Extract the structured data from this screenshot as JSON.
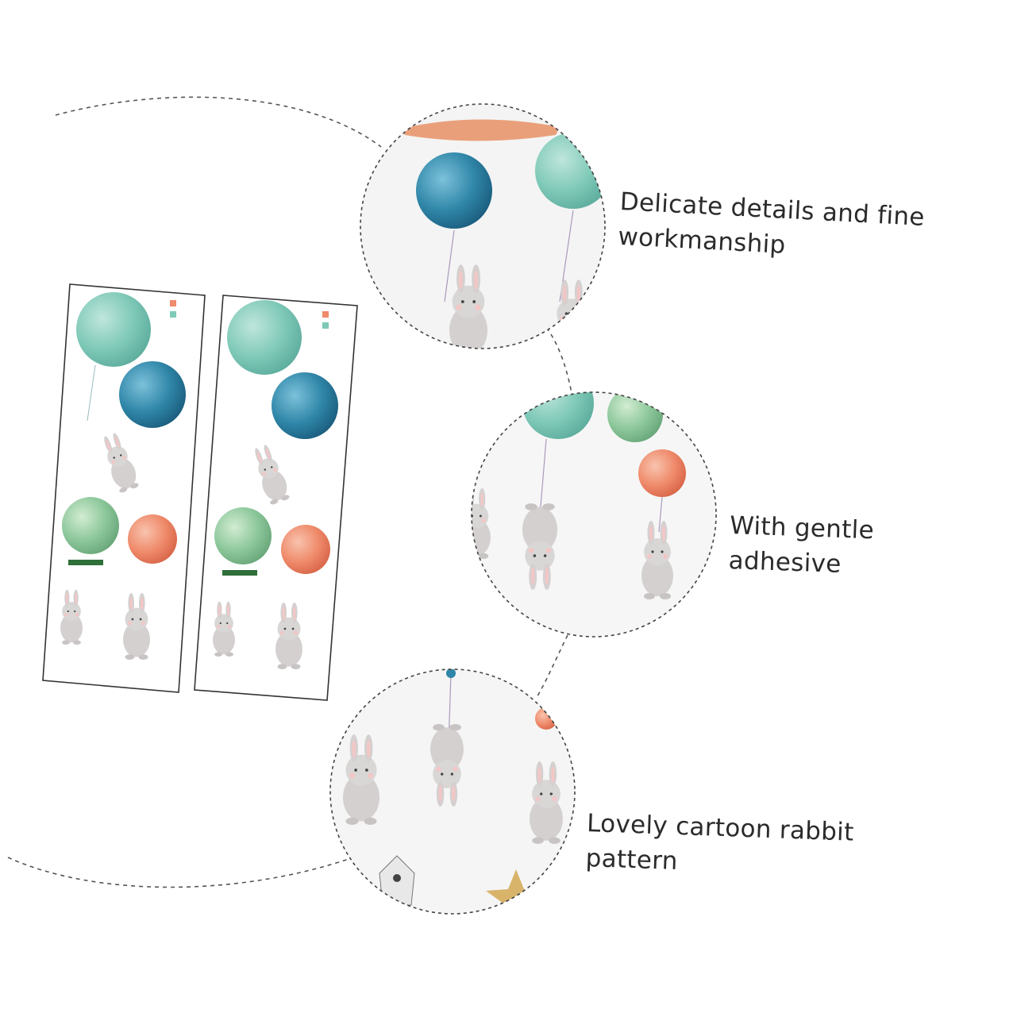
{
  "features": [
    {
      "line1": "Delicate details and fine",
      "line2": "workmanship"
    },
    {
      "line1": "With gentle",
      "line2": "adhesive"
    },
    {
      "line1": "Lovely cartoon rabbit",
      "line2": "pattern"
    }
  ],
  "colors": {
    "teal_balloon": "#7fc9b8",
    "blue_balloon": "#2f86a8",
    "green_balloon": "#8cc79a",
    "orange_balloon": "#ef8a6a",
    "rabbit": "#cfcccc",
    "rabbit_pink": "#f3c6c6",
    "dashed_line": "#555555",
    "sticker_border": "#333333",
    "text": "#2b2b2b"
  }
}
